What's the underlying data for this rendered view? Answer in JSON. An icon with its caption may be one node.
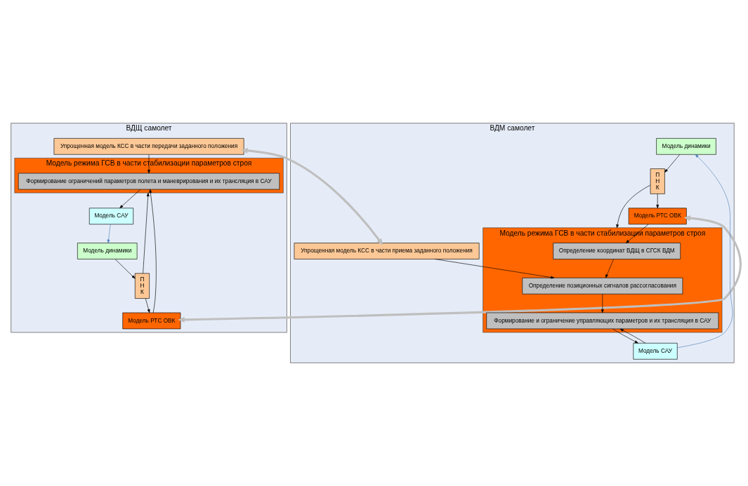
{
  "diagram": {
    "nodes": [
      {
        "text": [
          "ВДЩ самолет"
        ]
      },
      {
        "text": [
          "Модель режима ГСВ в части стабилизации параметров строя"
        ],
        "in": 0
      },
      {
        "text": [
          "Формирование ограничений параметров полета и маневрирования и их трансляция в САУ"
        ],
        "in": 1
      },
      {
        "text": [
          "П Н К"
        ],
        "in": 0
      },
      {
        "text": [
          "Модель динамики"
        ],
        "in": 0
      },
      {
        "text": [
          "Модель РТС ОВК"
        ],
        "in": 0
      },
      {
        "text": [
          "Упрощенная модель КСС в части передачи заданного положения"
        ],
        "in": 0
      },
      {
        "text": [
          "Модель САУ"
        ],
        "in": 0
      },
      {
        "text": [
          "ВДМ самолет"
        ]
      },
      {
        "text": [
          "Модель динамики"
        ],
        "in": 8
      },
      {
        "text": [
          "П Н К"
        ],
        "in": 8
      },
      {
        "text": [
          "Модель режима ГСВ в части стабилизации параметров строя"
        ],
        "in": 8
      },
      {
        "text": [
          "Определение координат ВДЩ в СГСК ВДМ"
        ],
        "in": 11
      },
      {
        "text": [
          "Определение позиционных сигналов рассогласования"
        ],
        "in": 11
      },
      {
        "text": [
          "Формирование и ограничение управляющих параметров и их трансляция в САУ"
        ],
        "in": 11
      },
      {
        "text": [
          "Модель РТС ОВК"
        ],
        "in": 8
      },
      {
        "text": [
          "Упрощенная модель КСС в части приема заданного положения"
        ],
        "in": 8
      },
      {
        "text": [
          "Модель САУ"
        ],
        "in": 8
      }
    ],
    "edges": [
      {
        "from": 4,
        "to": 3,
        "arrow": "to"
      },
      {
        "from": 3,
        "to": 1,
        "arrow": "to"
      },
      {
        "from": 3,
        "to": 5,
        "arrow": "to"
      },
      {
        "from": 5,
        "to": 2,
        "arrow": "to"
      },
      {
        "from": 6,
        "to": 2,
        "arrow": "to"
      },
      {
        "from": 2,
        "to": 7,
        "arrow": "to"
      },
      {
        "from": 7,
        "to": 4,
        "arrow": "to",
        "color": "#4f81bd"
      },
      {
        "from": 5,
        "to": 15,
        "arrow": "both",
        "style": "thick",
        "color": "#bfbfbf"
      },
      {
        "from": 6,
        "to": 16,
        "arrow": "both",
        "style": "thick",
        "color": "#bfbfbf"
      },
      {
        "from": 17,
        "to": 9,
        "arrow": "to",
        "color": "#4f81bd"
      },
      {
        "from": 9,
        "to": 10,
        "arrow": "to"
      },
      {
        "from": 10,
        "to": 11,
        "arrow": "to"
      },
      {
        "from": 10,
        "to": 15,
        "arrow": "to"
      },
      {
        "from": 15,
        "to": 12,
        "arrow": "to"
      },
      {
        "from": 12,
        "to": 13,
        "arrow": "to"
      },
      {
        "from": 16,
        "to": 13,
        "arrow": "to"
      },
      {
        "from": 13,
        "to": 14,
        "arrow": "to"
      },
      {
        "from": 17,
        "to": 14,
        "arrow": "to"
      },
      {
        "from": 14,
        "to": 17,
        "arrow": "to"
      }
    ]
  }
}
